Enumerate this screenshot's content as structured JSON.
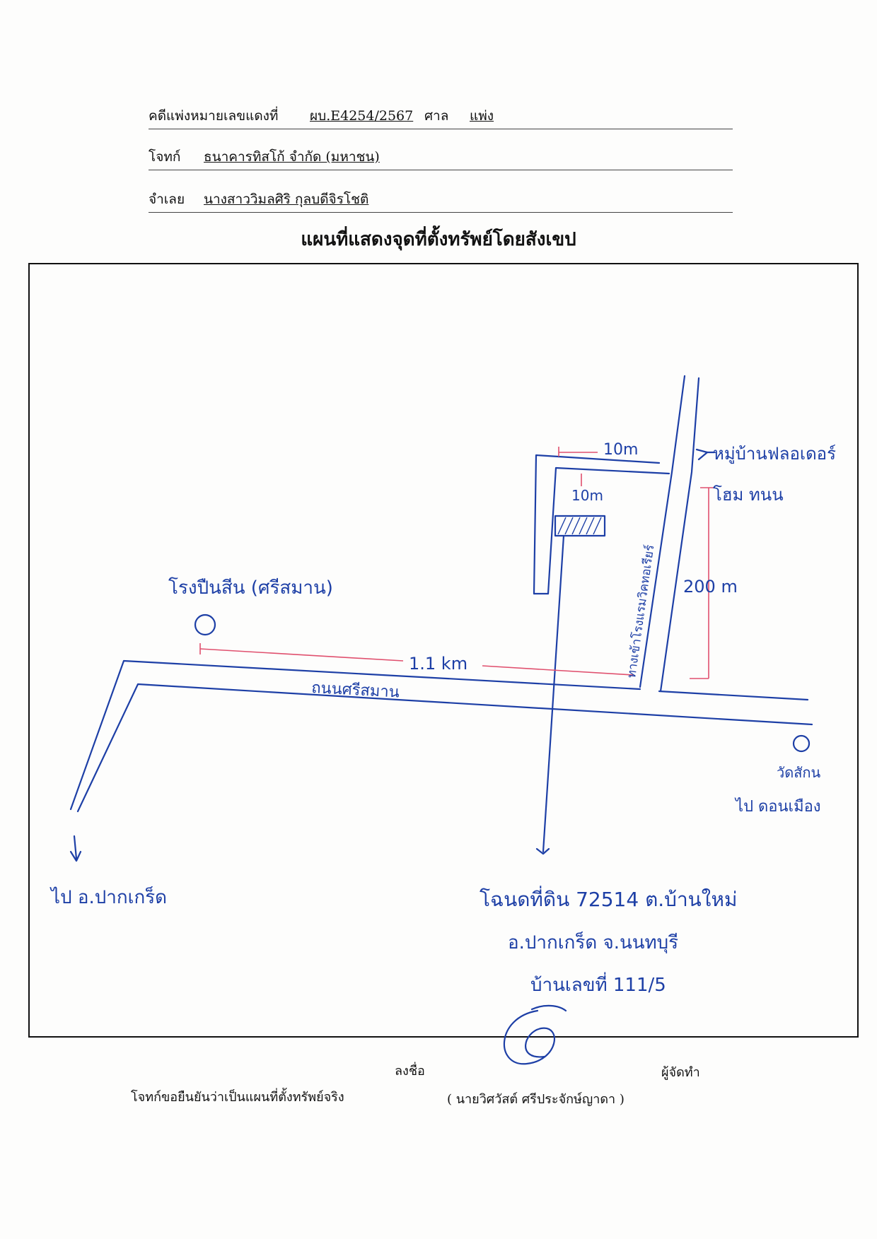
{
  "header": {
    "case_label": "คดีแพ่งหมายเลขแดงที่",
    "case_number": "ผบ.E4254/2567",
    "court_label": "ศาล",
    "court_name": "แพ่ง",
    "plaintiff_label": "โจทก์",
    "plaintiff_name": "ธนาคารทิสโก้ จำกัด (มหาชน)",
    "defendant_label": "จำเลย",
    "defendant_name": "นางสาววิมลศิริ กุลบดีจิรโชติ"
  },
  "title": "แผนที่แสดงจุดที่ตั้งทรัพย์โดยสังเขป",
  "map": {
    "landmark_left": "โรงปืนสีน (ศรีสมาน)",
    "distance_km": "1.1 km",
    "road_name": "ถนนศรีสมาน",
    "side_road": "ทางเข้าโรงแรมวิคทอเรียร์",
    "width_label": "10m",
    "depth_label": "10m",
    "distance_200": "200 m",
    "village_line1": "หมู่บ้านฟลอเดอร์",
    "village_line2": "โฮม ทนน",
    "temple": "วัดสักน",
    "to_right": "ไป ดอนเมือง",
    "to_left": "ไป อ.ปากเกร็ด",
    "deed_line1": "โฉนดที่ดิน 72514 ต.บ้านใหม่",
    "deed_line2": "อ.ปากเกร็ด จ.นนทบุรี",
    "deed_line3": "บ้านเลขที่ 111/5",
    "colors": {
      "ink": "#1d3fa6",
      "measure": "#e0506e"
    }
  },
  "footer": {
    "sign_label": "ลงชื่อ",
    "role": "ผู้จัดทำ",
    "confirm": "โจทก์ขอยืนยันว่าเป็นแผนที่ตั้งทรัพย์จริง",
    "signer": "( นายวิศวัสต์ ศรีประจักษ์ญาดา )"
  }
}
